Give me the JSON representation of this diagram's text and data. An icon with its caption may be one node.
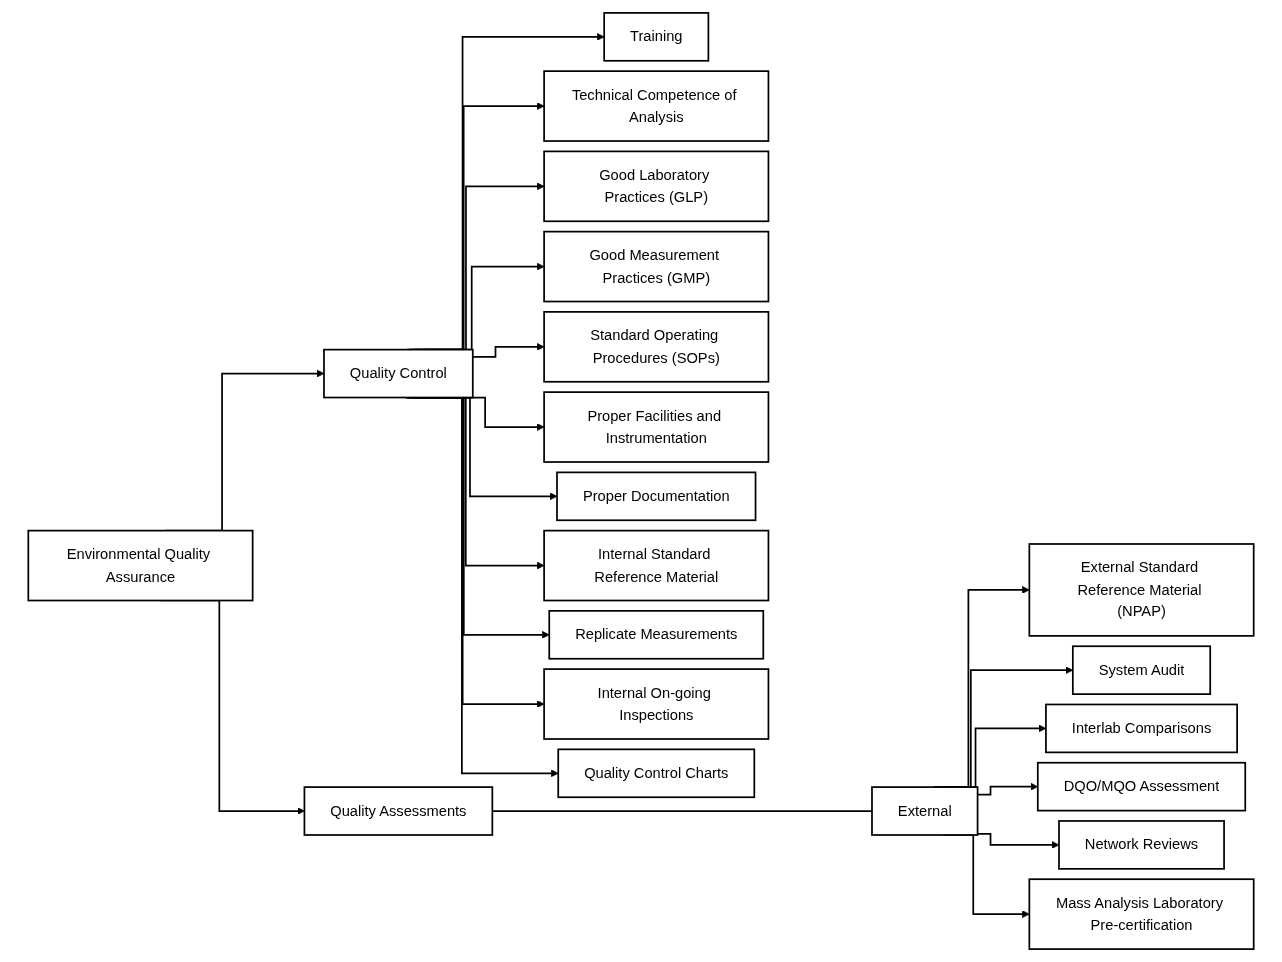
{
  "diagram": {
    "nodes": [
      {
        "text": [
          "Environmental Quality Assurance"
        ]
      },
      {
        "text": [
          "Quality Control"
        ]
      },
      {
        "text": [
          "Quality Assessments"
        ]
      },
      {
        "text": [
          "Training"
        ]
      },
      {
        "text": [
          "Technical Competence of Analysis"
        ]
      },
      {
        "text": [
          "Good Laboratory Practices (GLP)"
        ]
      },
      {
        "text": [
          "Good Measurement Practices (GMP)"
        ]
      },
      {
        "text": [
          "Standard Operating Procedures (SOPs)"
        ]
      },
      {
        "text": [
          "Proper Facilities and Instrumentation"
        ]
      },
      {
        "text": [
          "Proper Documentation"
        ]
      },
      {
        "text": [
          "Internal Standard Reference Material"
        ]
      },
      {
        "text": [
          "Replicate Measurements"
        ]
      },
      {
        "text": [
          "Internal On-going Inspections"
        ]
      },
      {
        "text": [
          "Quality Control Charts"
        ]
      },
      {
        "text": [
          "External"
        ]
      },
      {
        "text": [
          "External Standard Reference Material (NPAP)"
        ]
      },
      {
        "text": [
          "System Audit"
        ]
      },
      {
        "text": [
          "Interlab Comparisons"
        ]
      },
      {
        "text": [
          "DQO/MQO Assessment"
        ]
      },
      {
        "text": [
          "Network Reviews"
        ]
      },
      {
        "text": [
          "Mass Analysis Laboratory Pre-certification"
        ]
      }
    ],
    "edges": [
      {
        "from": 0,
        "to": 1,
        "arrow": "to"
      },
      {
        "from": 0,
        "to": 2,
        "arrow": "to"
      },
      {
        "from": 1,
        "to": 3,
        "arrow": "to"
      },
      {
        "from": 1,
        "to": 4,
        "arrow": "to"
      },
      {
        "from": 1,
        "to": 5,
        "arrow": "to"
      },
      {
        "from": 1,
        "to": 6,
        "arrow": "to"
      },
      {
        "from": 1,
        "to": 7,
        "arrow": "to"
      },
      {
        "from": 1,
        "to": 8,
        "arrow": "to"
      },
      {
        "from": 1,
        "to": 9,
        "arrow": "to"
      },
      {
        "from": 1,
        "to": 10,
        "arrow": "to"
      },
      {
        "from": 1,
        "to": 11,
        "arrow": "to"
      },
      {
        "from": 1,
        "to": 12,
        "arrow": "to"
      },
      {
        "from": 1,
        "to": 13,
        "arrow": "to"
      },
      {
        "from": 2,
        "to": 14,
        "arrow": "none"
      },
      {
        "from": 14,
        "to": 15,
        "arrow": "to"
      },
      {
        "from": 14,
        "to": 16,
        "arrow": "to"
      },
      {
        "from": 14,
        "to": 17,
        "arrow": "to"
      },
      {
        "from": 14,
        "to": 18,
        "arrow": "to"
      },
      {
        "from": 14,
        "to": 19,
        "arrow": "to"
      },
      {
        "from": 14,
        "to": 20,
        "arrow": "to"
      }
    ]
  }
}
